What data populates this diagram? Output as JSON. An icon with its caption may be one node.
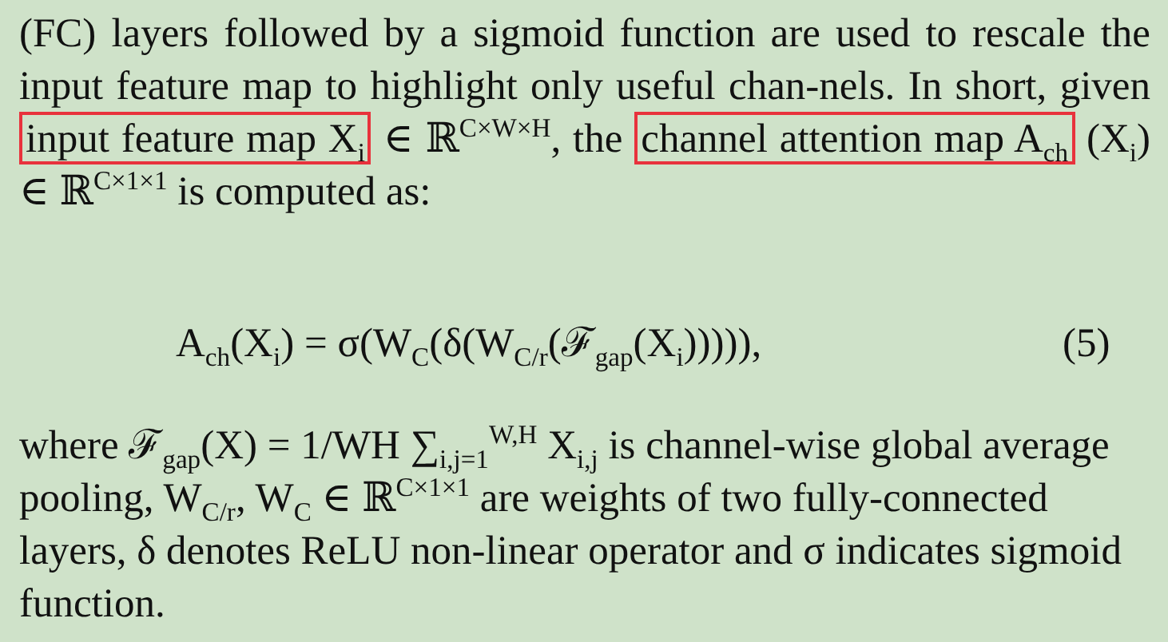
{
  "diagram": {
    "nodes": [
      {
        "text": [
          "input feature map X$_{i}$"
        ]
      },
      {
        "text": [
          "channel attention map A$_{ch}$"
        ]
      }
    ],
    "labels": [
      "(FC) layers followed by a sigmoid function are used to rescale the input feature map to highlight only useful chan-nels. In short, given",
      "∈ ℝ$^{C×W×H}$, the",
      "(X$_{i}$) ∈ ℝ$^{C×1×1}$ is computed as:",
      "A$_{ch}$(X$_{i}$) = σ(W$_{C}$(δ(W$_{C/r}$(ℱ$_{gap}$(X$_{i}$))))),",
      "(5)",
      "where ℱ$_{gap}$(X) = 1/WH ∑$_{i,j=1}$$^{W,H}$ X$_{i,j}$ is channel-wise global average pooling, W$_{C/r}$, W$_{C}$ ∈ ℝ$^{C×1×1}$ are weights of two fully-connected layers, δ denotes ReLU non-linear operator and σ indicates sigmoid function."
    ]
  }
}
